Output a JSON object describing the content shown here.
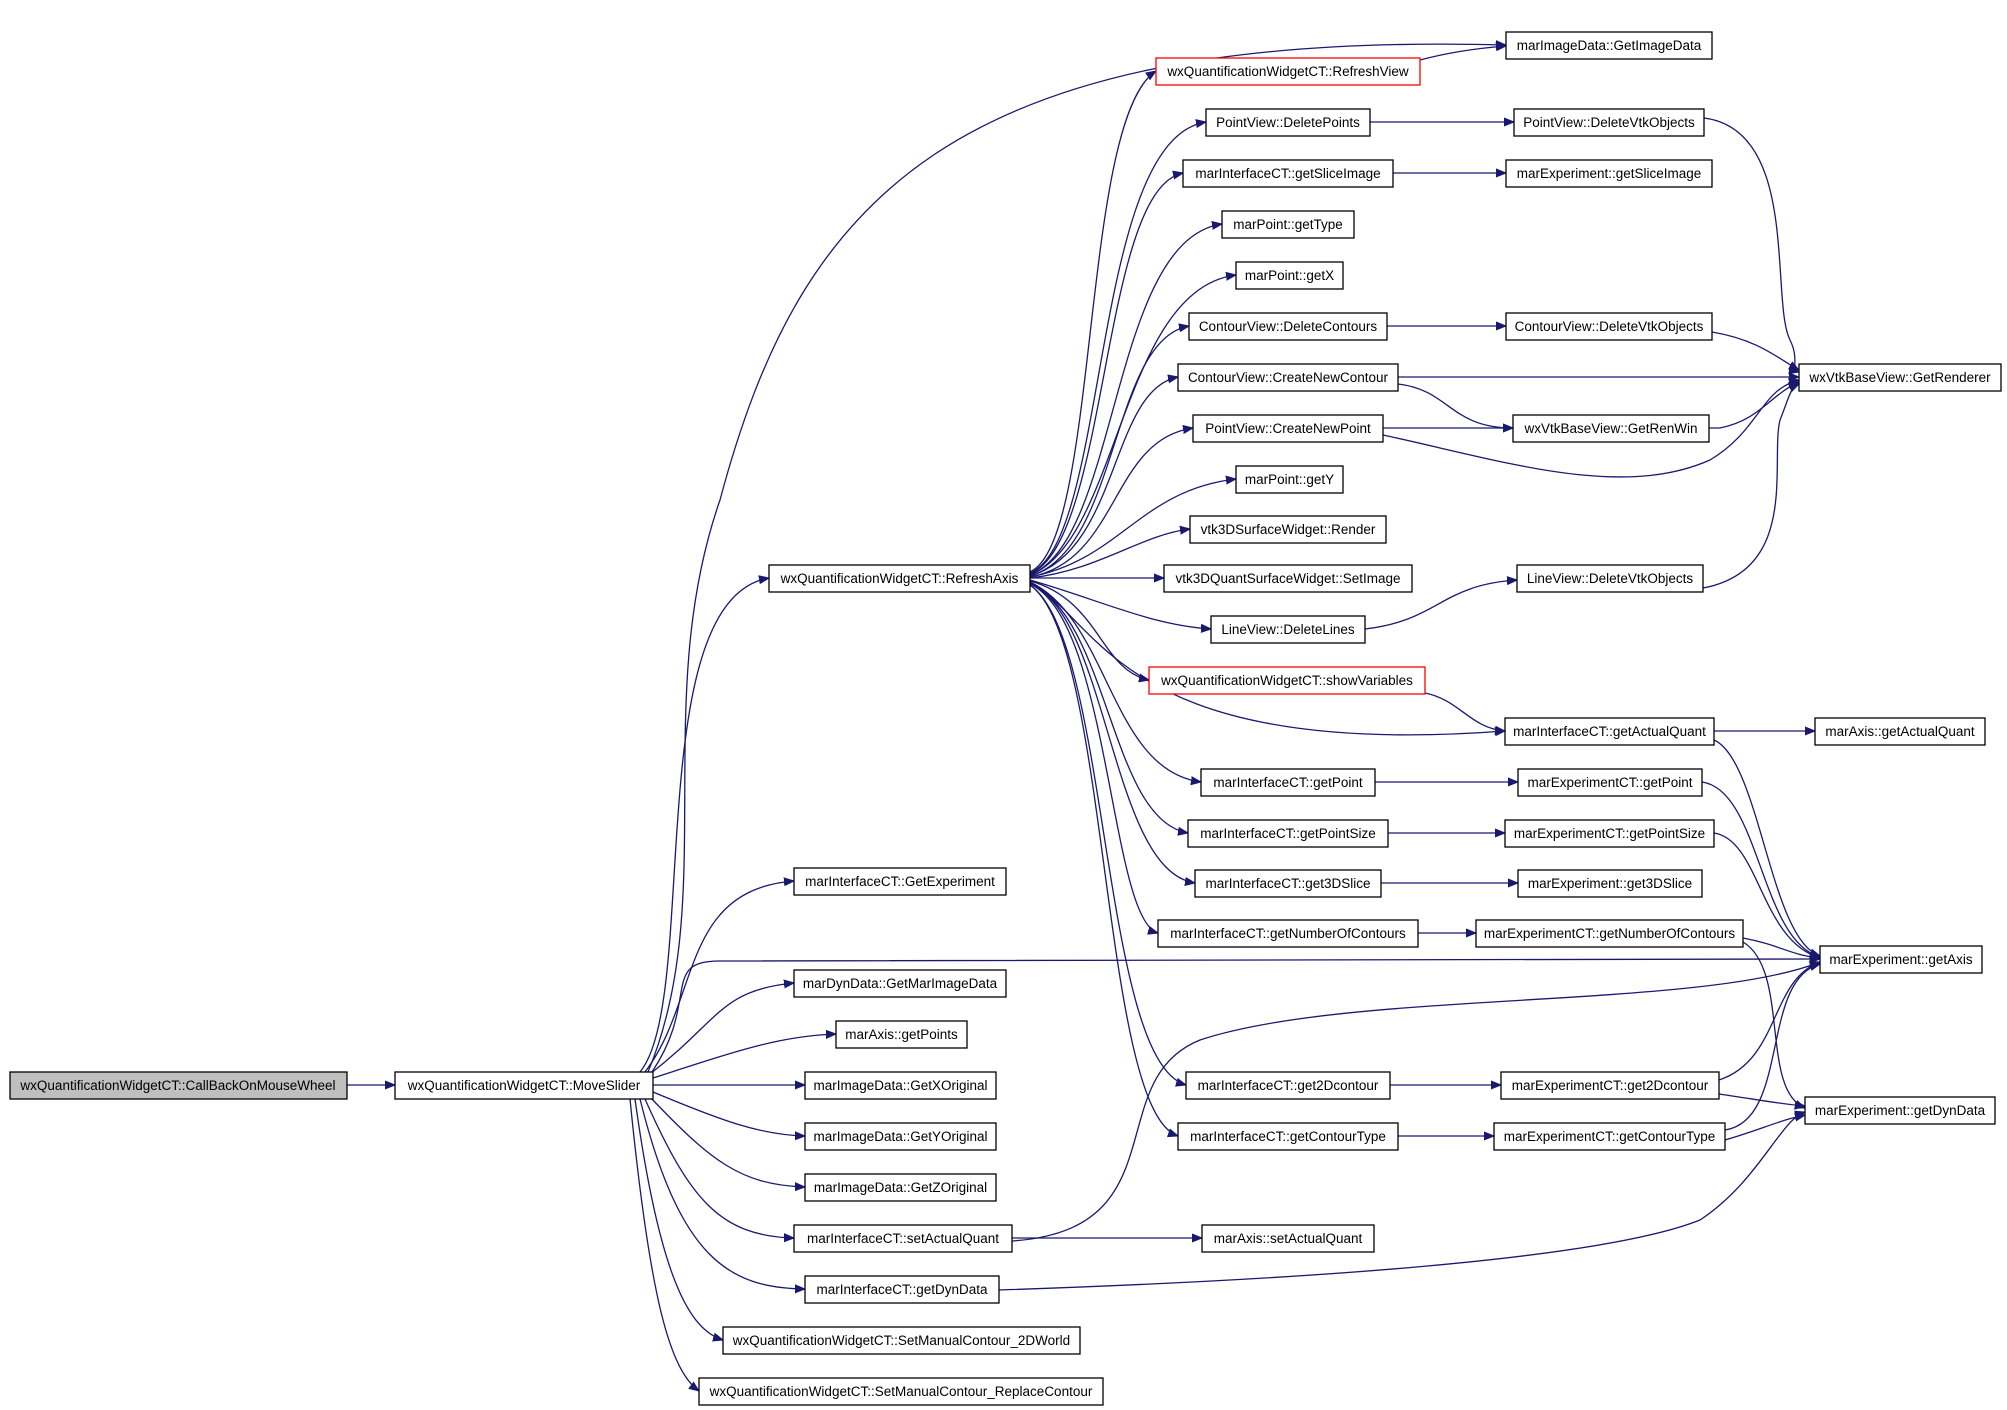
{
  "colors": {
    "edge": "#191970",
    "box_border": "#000000",
    "box_border_highlight": "#ff0000",
    "root_fill": "#bfbfbf",
    "background": "#ffffff"
  },
  "nodes": {
    "root": "wxQuantificationWidgetCT::CallBackOnMouseWheel",
    "move_slider": "wxQuantificationWidgetCT::MoveSlider",
    "refresh_axis": "wxQuantificationWidgetCT::RefreshAxis",
    "get_experiment": "marInterfaceCT::GetExperiment",
    "get_mar_image_data": "marDynData::GetMarImageData",
    "get_points": "marAxis::getPoints",
    "get_x_original": "marImageData::GetXOriginal",
    "get_y_original": "marImageData::GetYOriginal",
    "get_z_original": "marImageData::GetZOriginal",
    "set_actual_quant": "marInterfaceCT::setActualQuant",
    "get_dyn_data": "marInterfaceCT::getDynData",
    "set_manual_2d": "wxQuantificationWidgetCT::SetManualContour_2DWorld",
    "set_manual_replace": "wxQuantificationWidgetCT::SetManualContour_ReplaceContour",
    "refresh_view": "wxQuantificationWidgetCT::RefreshView",
    "pv_delete_points": "PointView::DeletePoints",
    "get_slice_image": "marInterfaceCT::getSliceImage",
    "get_type": "marPoint::getType",
    "get_x": "marPoint::getX",
    "delete_contours": "ContourView::DeleteContours",
    "create_new_contour": "ContourView::CreateNewContour",
    "create_new_point": "PointView::CreateNewPoint",
    "get_y": "marPoint::getY",
    "vtk3d_render": "vtk3DSurfaceWidget::Render",
    "vtk3dquant_set_image": "vtk3DQuantSurfaceWidget::SetImage",
    "delete_lines": "LineView::DeleteLines",
    "show_variables": "wxQuantificationWidgetCT::showVariables",
    "get_point": "marInterfaceCT::getPoint",
    "get_point_size": "marInterfaceCT::getPointSize",
    "get_3d_slice": "marInterfaceCT::get3DSlice",
    "get_number_of_contours": "marInterfaceCT::getNumberOfContours",
    "get_2d_contour": "marInterfaceCT::get2Dcontour",
    "get_contour_type": "marInterfaceCT::getContourType",
    "axis_set_actual_quant": "marAxis::setActualQuant",
    "image_data_get_image_data": "marImageData::GetImageData",
    "pv_delete_vtk_objects": "PointView::DeleteVtkObjects",
    "exp_get_slice_image": "marExperiment::getSliceImage",
    "cv_delete_vtk_objects": "ContourView::DeleteVtkObjects",
    "get_renderer": "wxVtkBaseView::GetRenderer",
    "get_ren_win": "wxVtkBaseView::GetRenWin",
    "lv_delete_vtk_objects": "LineView::DeleteVtkObjects",
    "get_actual_quant": "marInterfaceCT::getActualQuant",
    "axis_get_actual_quant": "marAxis::getActualQuant",
    "exp_ct_get_point": "marExperimentCT::getPoint",
    "exp_ct_get_point_size": "marExperimentCT::getPointSize",
    "exp_get_3d_slice": "marExperiment::get3DSlice",
    "exp_ct_get_number_of_contours": "marExperimentCT::getNumberOfContours",
    "exp_get_axis": "marExperiment::getAxis",
    "exp_ct_get_2d_contour": "marExperimentCT::get2Dcontour",
    "exp_ct_get_contour_type": "marExperimentCT::getContourType",
    "exp_get_dyn_data": "marExperiment::getDynData"
  }
}
